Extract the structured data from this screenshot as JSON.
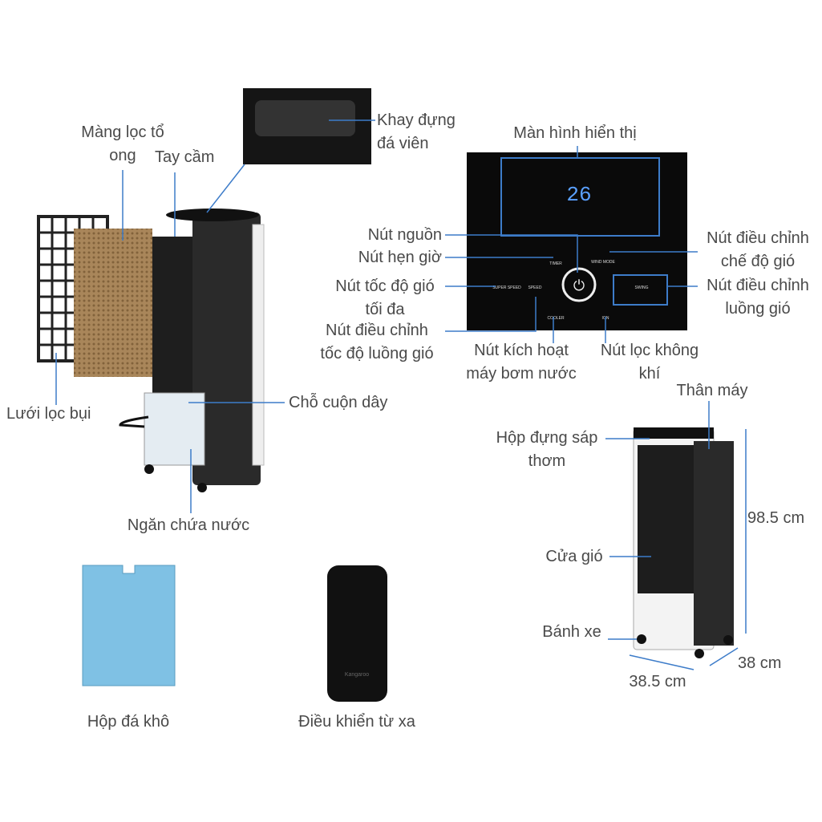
{
  "labels": {
    "honeycomb_filter": [
      "Màng lọc tổ",
      "ong"
    ],
    "handle": "Tay cầm",
    "ice_tray": [
      "Khay đựng",
      "đá viên"
    ],
    "display": "Màn hình hiển thị",
    "power_button": "Nút nguồn",
    "timer_button": "Nút hẹn giờ",
    "super_speed_button": [
      "Nút tốc độ gió",
      "tối đa"
    ],
    "speed_button": [
      "Nút điều chỉnh",
      "tốc độ luồng gió"
    ],
    "cooler_button": [
      "Nút kích hoạt",
      "máy bơm nước"
    ],
    "ion_button": [
      "Nút lọc không",
      "khí"
    ],
    "wind_mode_button": [
      "Nút điều chỉnh",
      "chế độ gió"
    ],
    "swing_button": [
      "Nút điều chỉnh",
      "luồng gió"
    ],
    "dust_filter": "Lưới lọc bụi",
    "cord_holder": "Chỗ cuộn dây",
    "water_tank": "Ngăn chứa nước",
    "body": "Thân máy",
    "aroma_box": [
      "Hộp đựng sáp",
      "thơm"
    ],
    "height": "98.5 cm",
    "air_outlet": "Cửa gió",
    "wheels": "Bánh xe",
    "depth": "38 cm",
    "width": "38.5 cm",
    "ice_pack": "Hộp đá khô",
    "remote": "Điều khiển từ xa"
  },
  "panel": {
    "temperature": "26",
    "timer": "TIMER",
    "wind_mode": "WIND MODE",
    "super_speed": "SUPER SPEED",
    "speed": "SPEED",
    "swing": "SWING",
    "cooler": "COOLER",
    "ion": "ION"
  },
  "brand": "Kangaroo",
  "colors": {
    "leader": "#3d7cc9",
    "text": "#4a4a4a",
    "display": "#5aa0ff"
  }
}
